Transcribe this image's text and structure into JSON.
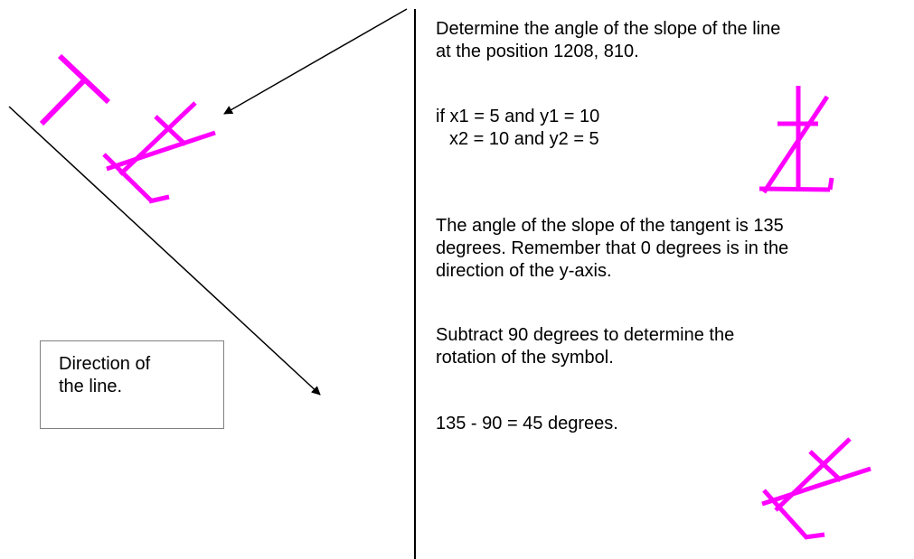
{
  "colors": {
    "symbol": "#ff00ff",
    "line": "#000000",
    "box_border": "#808080"
  },
  "left_panel": {
    "label_box": {
      "line1": "Direction of",
      "line2": "the line."
    }
  },
  "right_panel": {
    "intro_line1": "Determine the angle of the slope of the line",
    "intro_line2": "at the position 1208, 810.",
    "coords_line1": "if x1 = 5 and y1 = 10",
    "coords_line2": "x2 = 10 and y2 = 5",
    "angle_line1": "The angle of the slope of the tangent is 135",
    "angle_line2": "degrees. Remember that 0 degrees is in the",
    "angle_line3": "direction of the y-axis.",
    "subtract_line1": "Subtract 90 degrees to determine the",
    "subtract_line2": "rotation of the symbol.",
    "result": "135 - 90 = 45 degrees."
  }
}
